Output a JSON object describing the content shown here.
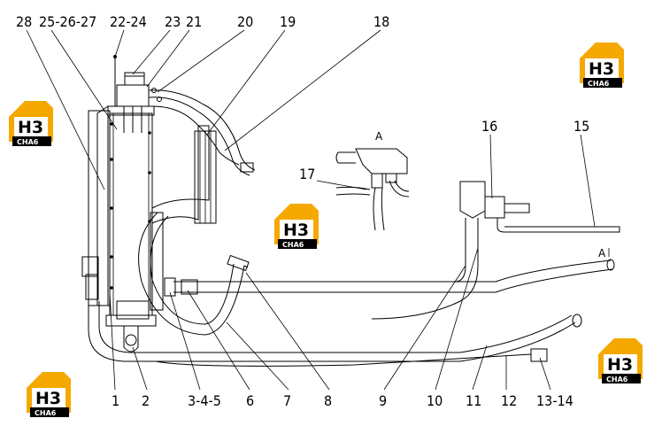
{
  "labels_top": [
    {
      "id": "28",
      "text": "28"
    },
    {
      "id": "25-26-27",
      "text": "25-26-27"
    },
    {
      "id": "22-24",
      "text": "22-24"
    },
    {
      "id": "23",
      "text": "23"
    },
    {
      "id": "21",
      "text": "21"
    },
    {
      "id": "20",
      "text": "20"
    },
    {
      "id": "19",
      "text": "19"
    },
    {
      "id": "18",
      "text": "18"
    }
  ],
  "labels_mid": [
    {
      "id": "17",
      "text": "17"
    },
    {
      "id": "16",
      "text": "16"
    },
    {
      "id": "15",
      "text": "15"
    },
    {
      "id": "A-detail",
      "text": "A"
    },
    {
      "id": "A-section",
      "text": "A"
    }
  ],
  "labels_bottom": [
    {
      "id": "1",
      "text": "1"
    },
    {
      "id": "2",
      "text": "2"
    },
    {
      "id": "3-4-5",
      "text": "3-4-5"
    },
    {
      "id": "6",
      "text": "6"
    },
    {
      "id": "7",
      "text": "7"
    },
    {
      "id": "8",
      "text": "8"
    },
    {
      "id": "9",
      "text": "9"
    },
    {
      "id": "10",
      "text": "10"
    },
    {
      "id": "11",
      "text": "11"
    },
    {
      "id": "12",
      "text": "12"
    },
    {
      "id": "13-14",
      "text": "13-14"
    }
  ],
  "watermark": {
    "letters": "H3",
    "sub": "CHA6"
  },
  "colors": {
    "logo_accent": "#f5a800",
    "ink": "#000000"
  }
}
